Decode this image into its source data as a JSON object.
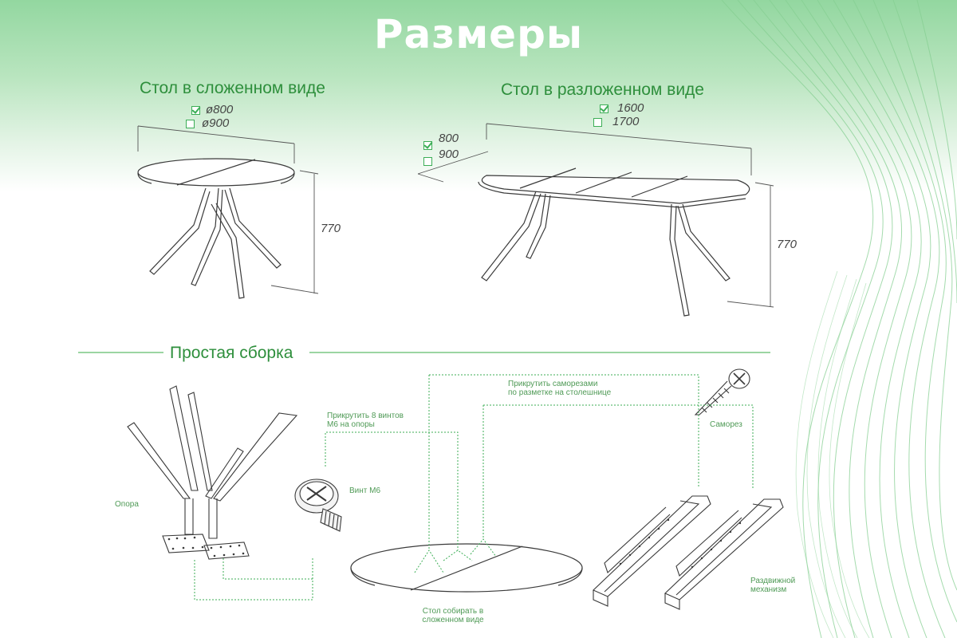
{
  "title": "Размеры",
  "folded": {
    "heading": "Стол в сложенном виде",
    "options": [
      {
        "label": "ø800",
        "checked": true
      },
      {
        "label": "ø900",
        "checked": false
      }
    ],
    "height": "770"
  },
  "extended": {
    "heading": "Стол в разложенном виде",
    "length_options": [
      {
        "label": "1600",
        "checked": true
      },
      {
        "label": "1700",
        "checked": false
      }
    ],
    "width_options": [
      {
        "label": "800",
        "checked": true
      },
      {
        "label": "900",
        "checked": false
      }
    ],
    "height": "770"
  },
  "assembly": {
    "heading": "Простая сборка",
    "base_label": "Опора",
    "bolt_label": "Винт М6",
    "bolt_instruction": [
      "Прикрутить 8 винтов",
      "М6 на опоры"
    ],
    "screw_instruction": [
      "Прикрутить саморезами",
      "по разметке на столешнице"
    ],
    "screw_label": "Саморез",
    "top_caption": [
      "Стол собирать в",
      "сложенном виде"
    ],
    "mechanism_label": [
      "Раздвижной",
      "механизм"
    ]
  },
  "colors": {
    "accent": "#2e8f3c",
    "check": "#3cae56",
    "guide": "#3cae56",
    "drawing": "#3a3a3a",
    "banner": "#93d7a0"
  },
  "icons": [
    "checkbox-checked-icon",
    "checkbox-empty-icon",
    "cross-head-bolt-icon",
    "self-tapping-screw-icon"
  ]
}
